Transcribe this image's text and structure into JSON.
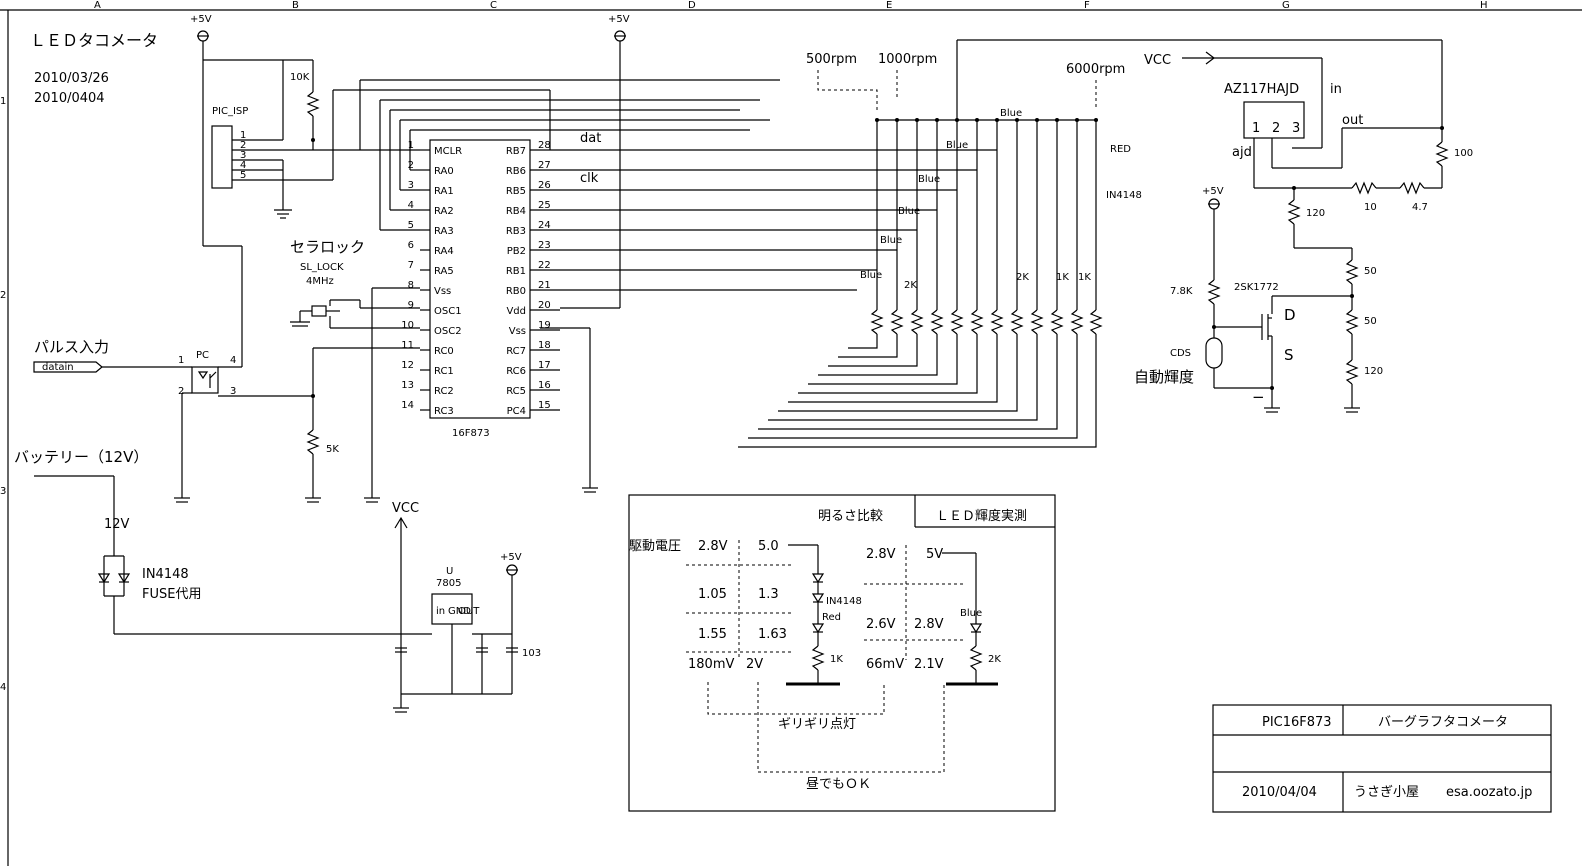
{
  "border": {
    "cols": [
      "A",
      "B",
      "C",
      "D",
      "E",
      "F",
      "G",
      "H"
    ],
    "rows": [
      "1",
      "2",
      "3",
      "4"
    ]
  },
  "title": "ＬＥＤタコメータ",
  "dates": [
    "2010/03/26",
    "2010/0404"
  ],
  "supply": {
    "plus5v": "+5V",
    "vcc": "VCC",
    "gnd_minus": "−"
  },
  "isp": {
    "name": "PIC_ISP",
    "pins": [
      "1",
      "2",
      "3",
      "4",
      "5"
    ],
    "pullup": "10K"
  },
  "mcu": {
    "part": "16F873",
    "left_pins": [
      {
        "n": "1",
        "name": "MCLR"
      },
      {
        "n": "2",
        "name": "RA0"
      },
      {
        "n": "3",
        "name": "RA1"
      },
      {
        "n": "4",
        "name": "RA2"
      },
      {
        "n": "5",
        "name": "RA3"
      },
      {
        "n": "6",
        "name": "RA4"
      },
      {
        "n": "7",
        "name": "RA5"
      },
      {
        "n": "8",
        "name": "Vss"
      },
      {
        "n": "9",
        "name": "OSC1"
      },
      {
        "n": "10",
        "name": "OSC2"
      },
      {
        "n": "11",
        "name": "RC0"
      },
      {
        "n": "12",
        "name": "RC1"
      },
      {
        "n": "13",
        "name": "RC2"
      },
      {
        "n": "14",
        "name": "RC3"
      }
    ],
    "right_pins": [
      {
        "n": "28",
        "name": "RB7"
      },
      {
        "n": "27",
        "name": "RB6"
      },
      {
        "n": "26",
        "name": "RB5"
      },
      {
        "n": "25",
        "name": "RB4"
      },
      {
        "n": "24",
        "name": "RB3"
      },
      {
        "n": "23",
        "name": "PB2"
      },
      {
        "n": "22",
        "name": "RB1"
      },
      {
        "n": "21",
        "name": "RB0"
      },
      {
        "n": "20",
        "name": "Vdd"
      },
      {
        "n": "19",
        "name": "Vss"
      },
      {
        "n": "18",
        "name": "RC7"
      },
      {
        "n": "17",
        "name": "RC6"
      },
      {
        "n": "16",
        "name": "RC5"
      },
      {
        "n": "15",
        "name": "PC4"
      }
    ],
    "dat": "dat",
    "clk": "clk"
  },
  "resonator": {
    "label": "セラロック",
    "part": "SL_LOCK",
    "freq": "4MHz"
  },
  "pulse_input": {
    "label": "パルス入力",
    "port": "datain",
    "pc": "PC",
    "pins": [
      "1",
      "4",
      "2",
      "3"
    ],
    "r": "5K"
  },
  "battery": {
    "label": "バッテリー（12V）",
    "volts": "12V",
    "diode": "IN4148",
    "fuse": "FUSE代用"
  },
  "regulator": {
    "ref": "U",
    "part": "7805",
    "pins": [
      "in",
      "GND",
      "OUT"
    ],
    "cap": "103"
  },
  "leds": {
    "rpm": [
      "500rpm",
      "1000rpm",
      "6000rpm"
    ],
    "blue": "Blue",
    "red": "RED",
    "diode": "IN4148",
    "resistors": [
      "2K",
      "2K",
      "1K",
      "1K"
    ]
  },
  "auto_dim": {
    "reg": "AZ117HAJD",
    "reg_pins": [
      "1",
      "2",
      "3"
    ],
    "in": "in",
    "out": "out",
    "adj": "ajd",
    "r_values": [
      "100",
      "10",
      "4.7",
      "120",
      "50",
      "50",
      "120",
      "7.8K"
    ],
    "fet": "2SK1772",
    "d": "D",
    "s": "S",
    "cds": "CDS",
    "label": "自動輝度"
  },
  "compare": {
    "title": "明るさ比較",
    "measured": "ＬＥＤ輝度実測",
    "drive": "駆動電圧",
    "red_table": [
      [
        "2.8V",
        "5.0"
      ],
      [
        "1.05",
        "1.3"
      ],
      [
        "1.55",
        "1.63"
      ],
      [
        "180mV",
        "2V"
      ]
    ],
    "blue_table": [
      [
        "2.8V",
        "5V"
      ],
      [
        "2.6V",
        "2.8V"
      ],
      [
        "66mV",
        "2.1V"
      ]
    ],
    "diode": "IN4148",
    "red": "Red",
    "blue": "Blue",
    "r_red": "1K",
    "r_blue": "2K",
    "dim_note": "ギリギリ点灯",
    "day_note": "昼でもＯＫ"
  },
  "title_block": {
    "part": "PIC16F873",
    "name": "バーグラフタコメータ",
    "date": "2010/04/04",
    "author": "うさぎ小屋",
    "site": "esa.oozato.jp"
  }
}
